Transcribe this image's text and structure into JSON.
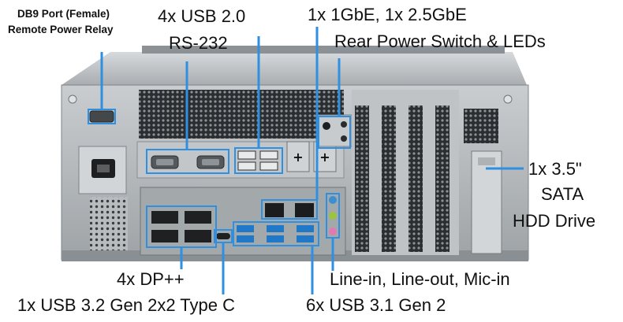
{
  "labels": {
    "db9_line1": "DB9 Port (Female)",
    "db9_line2": "Remote Power Relay",
    "usb20": "4x USB 2.0",
    "rs232": "RS-232",
    "gbe": "1x 1GbE, 1x 2.5GbE",
    "power_switch": "Rear Power Switch & LEDs",
    "hdd_line1": "1x 3.5\"",
    "hdd_line2": "SATA",
    "hdd_line3": "HDD Drive",
    "dp": "4x DP++",
    "audio": "Line-in, Line-out, Mic-in",
    "typec": "1x USB 3.2 Gen 2x2 Type C",
    "usb31": "6x USB 3.1 Gen 2"
  },
  "colors": {
    "callout": "#2f8fe0",
    "chassis_light": "#bfc3c6",
    "chassis_dark": "#6f7478",
    "panel": "#9aa0a4",
    "port_blue": "#1f78c8"
  }
}
